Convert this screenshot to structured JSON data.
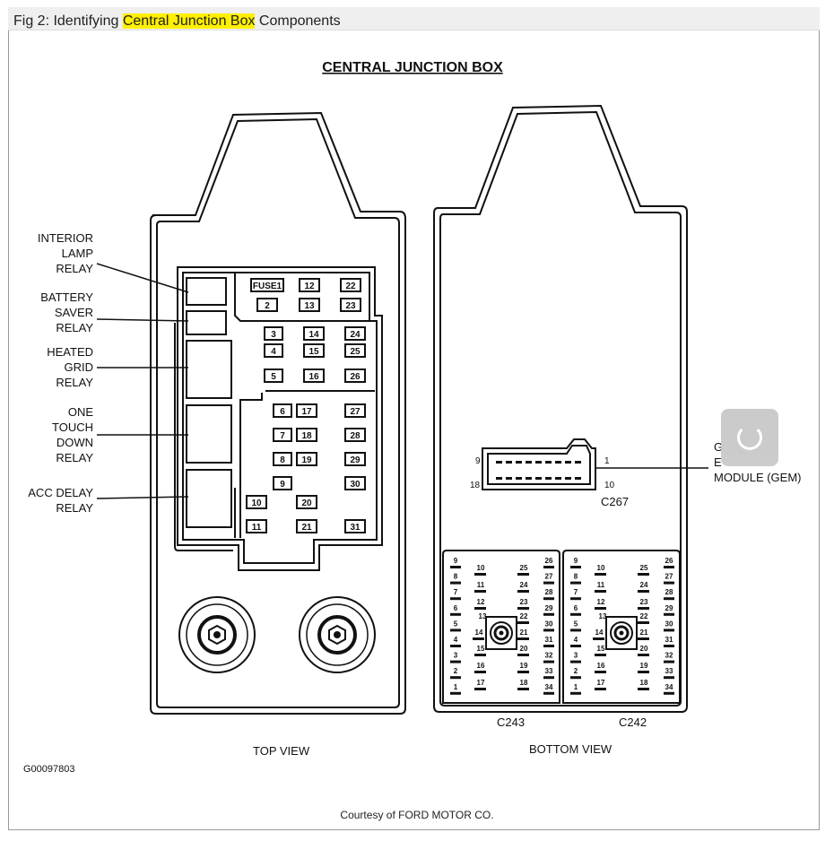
{
  "caption": {
    "prefix": "Fig 2: Identifying ",
    "highlight": "Central Junction Box",
    "suffix": " Components"
  },
  "title": "CENTRAL JUNCTION BOX",
  "relay_labels": [
    {
      "lines": [
        "INTERIOR",
        "LAMP",
        "RELAY"
      ]
    },
    {
      "lines": [
        "BATTERY",
        "SAVER",
        "RELAY"
      ]
    },
    {
      "lines": [
        "HEATED",
        "GRID",
        "RELAY"
      ]
    },
    {
      "lines": [
        "ONE",
        "TOUCH",
        "DOWN",
        "RELAY"
      ]
    },
    {
      "lines": [
        "ACC DELAY",
        "RELAY"
      ]
    }
  ],
  "fuses": [
    "FUSE1",
    "2",
    "3",
    "4",
    "5",
    "6",
    "7",
    "8",
    "9",
    "10",
    "11",
    "12",
    "13",
    "14",
    "15",
    "16",
    "17",
    "18",
    "19",
    "20",
    "21",
    "22",
    "23",
    "24",
    "25",
    "26",
    "27",
    "28",
    "29",
    "30",
    "31"
  ],
  "gem_label": {
    "lines": [
      "GENERIC",
      "ELECTRONIC",
      "MODULE (GEM)"
    ],
    "visible_lines": [
      "G",
      "E",
      "MODULE (GEM)"
    ]
  },
  "gem_connector": {
    "name": "C267",
    "pin_labels": [
      "9",
      "1",
      "18",
      "10"
    ]
  },
  "bottom_connectors": [
    {
      "name": "C243"
    },
    {
      "name": "C242"
    }
  ],
  "connector_pins": {
    "left_outer": [
      "9",
      "8",
      "7",
      "6",
      "5",
      "4",
      "3",
      "2",
      "1"
    ],
    "left_inner": [
      "10",
      "11",
      "12",
      "13",
      "14",
      "15",
      "16",
      "17"
    ],
    "right_inner": [
      "25",
      "24",
      "23",
      "22",
      "21",
      "20",
      "19",
      "18"
    ],
    "right_outer": [
      "26",
      "27",
      "28",
      "29",
      "30",
      "31",
      "32",
      "33",
      "34"
    ]
  },
  "top_view_label": "TOP VIEW",
  "bottom_view_label": "BOTTOM VIEW",
  "figure_id": "G00097803",
  "courtesy": "Courtesy of FORD MOTOR CO.",
  "colors": {
    "highlight": "#ffef00",
    "line": "#111111",
    "caption_bg": "#efefef"
  },
  "icons": [
    "loading-spinner-icon"
  ]
}
